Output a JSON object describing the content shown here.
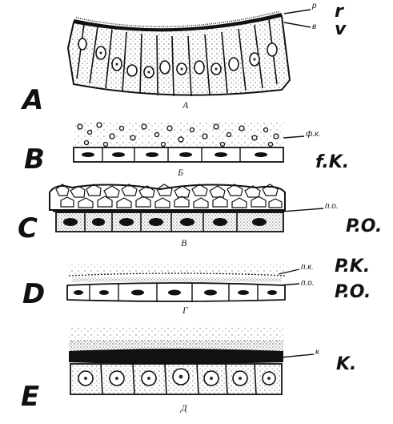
{
  "panels": [
    {
      "letter": "A",
      "caption": "А",
      "labels": [
        {
          "small": "р",
          "hand": "r"
        },
        {
          "small": "в",
          "hand": "v"
        }
      ]
    },
    {
      "letter": "B",
      "caption": "Б",
      "labels": [
        {
          "small": "ф.к.",
          "hand": "f.K."
        }
      ]
    },
    {
      "letter": "C",
      "caption": "В",
      "labels": [
        {
          "small": "п.о.",
          "hand": "P.O."
        }
      ]
    },
    {
      "letter": "D",
      "caption": "Г",
      "labels": [
        {
          "small": "п.к.",
          "hand": "P.K."
        },
        {
          "small": "п.о.",
          "hand": "P.O."
        }
      ]
    },
    {
      "letter": "E",
      "caption": "Д",
      "labels": [
        {
          "small": "к",
          "hand": "K."
        }
      ]
    }
  ]
}
